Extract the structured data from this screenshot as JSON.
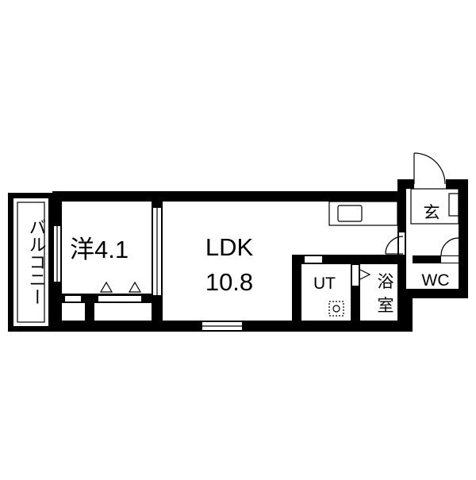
{
  "floorplan": {
    "balcony": "バルコニー",
    "western_room": "洋4.1",
    "ldk_line1": "LDK",
    "ldk_line2": "10.8",
    "utility": "UT",
    "bath_line1": "浴",
    "bath_line2": "室",
    "entrance": "玄",
    "toilet": "WC"
  }
}
